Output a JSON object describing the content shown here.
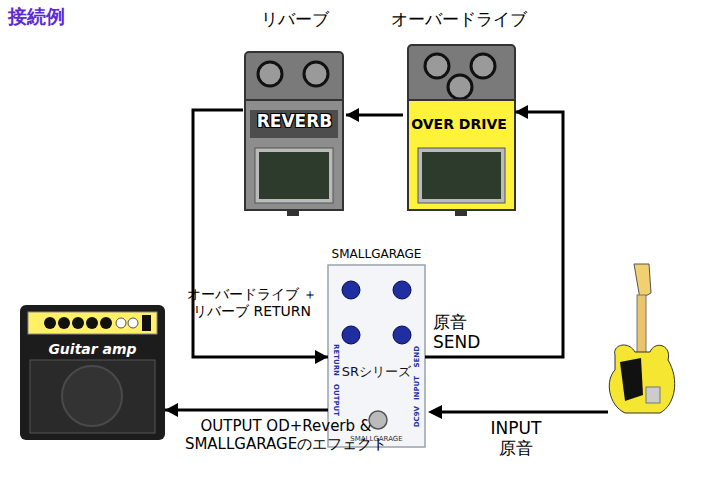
{
  "diagram": {
    "title": "接続例",
    "nodes": [
      {
        "text": [
          "リバーブ",
          "REVERB"
        ]
      },
      {
        "text": [
          "オーバードライブ",
          "OVER DRIVE"
        ]
      },
      {
        "text": [
          "SMALLGARAGE",
          "SRシリーズ",
          "RETURN",
          "OUTPUT",
          "SEND",
          "INPUT",
          "DC9V",
          "SMALLGARAGE"
        ]
      },
      {
        "text": [
          "Guitar amp"
        ]
      }
    ],
    "edges": [
      {
        "from": 2,
        "to": 1,
        "arrow": "to",
        "label": "原音 SEND"
      },
      {
        "from": 1,
        "to": 0,
        "arrow": "to"
      },
      {
        "from": 0,
        "to": 2,
        "arrow": "to",
        "label": "オーバードライブ ＋ リバーブ RETURN"
      },
      {
        "from": 2,
        "to": 3,
        "arrow": "to",
        "label": "OUTPUT OD+Reverb & SMALLGARAGEのエフェクト"
      }
    ],
    "labels": [
      "INPUT 原音"
    ]
  }
}
